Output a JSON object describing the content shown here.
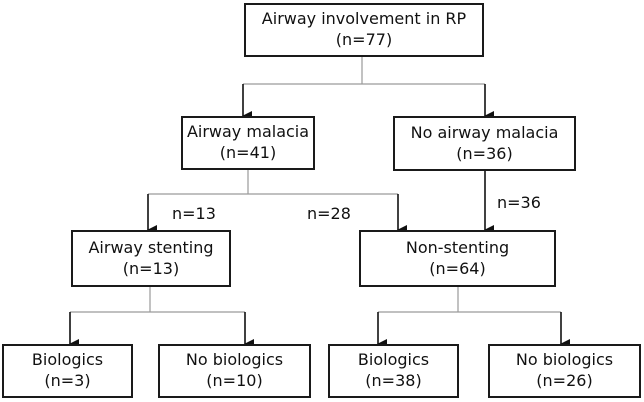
{
  "nodes": {
    "root": {
      "title": "Airway involvement in RP",
      "count": "(n=77)"
    },
    "malacia": {
      "title": "Airway malacia",
      "count": "(n=41)"
    },
    "no_malacia": {
      "title": "No airway malacia",
      "count": "(n=36)"
    },
    "stenting": {
      "title": "Airway stenting",
      "count": "(n=13)"
    },
    "non_stent": {
      "title": "Non-stenting",
      "count": "(n=64)"
    },
    "bio_a": {
      "title": "Biologics",
      "count": "(n=3)"
    },
    "nobio_a": {
      "title": "No biologics",
      "count": "(n=10)"
    },
    "bio_b": {
      "title": "Biologics",
      "count": "(n=38)"
    },
    "nobio_b": {
      "title": "No biologics",
      "count": "(n=26)"
    }
  },
  "edge_labels": {
    "malacia_to_stenting": "n=13",
    "malacia_to_nonstent": "n=28",
    "nomalacia_to_nonstent": "n=36"
  }
}
